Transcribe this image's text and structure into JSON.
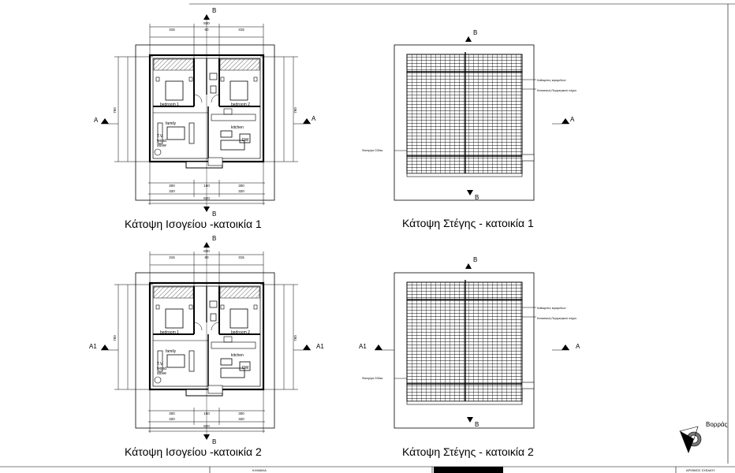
{
  "markers": {
    "b": "B",
    "a": "A",
    "a1": "A1"
  },
  "rooms": {
    "bedroom1": "bedroom 1",
    "bedroom2": "bedroom 2",
    "family": "family",
    "kitchen": "kitchen",
    "tv": "T.V.",
    "wood_stove_1": "wood",
    "wood_stove_2": "stove",
    "dw": "DW"
  },
  "dimensions": {
    "top_left": "315",
    "top_mid": "60",
    "top_right": "315",
    "top_total": "830",
    "bottom_left": "300",
    "bottom_mid": "150",
    "bottom_right": "300",
    "bottom_sub_left": "320",
    "bottom_sub_right": "320",
    "bottom_total": "820",
    "left_total": "760",
    "right_total": "760"
  },
  "roof_labels": {
    "edge": "Καθαιρέτες κεραμιδιών",
    "gutter": "Κατασκευή Περιμετρικού τοίχου",
    "pipe": "Φαινγέρα Ο30εκ."
  },
  "captions": {
    "ground1": "Κάτοψη  Ισογείου -κατοικία 1",
    "roof1": "Κάτοψη  Στέγης - κατοικία 1",
    "ground2": "Κάτοψη  Ισογείου -κατοικία 2",
    "roof2": "Κάτοψη  Στέγης - κατοικία 2"
  },
  "north_label": "Βορράς",
  "title_block": {
    "cell1": "ΚΛΙΜΑΚΑ",
    "cell2": "ΑΡΙΘΜΟΣ ΣΧΕΔΙΟΥ"
  }
}
